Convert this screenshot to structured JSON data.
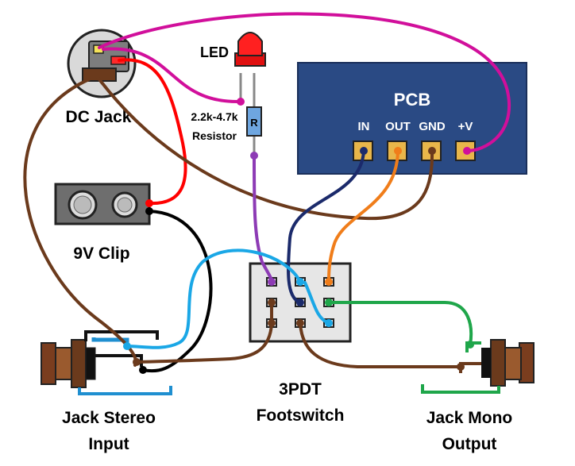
{
  "labels": {
    "dc_jack": "DC Jack",
    "led": "LED",
    "resistor": "2.2k-4.7k\nResistor",
    "resistor_mark": "R",
    "battery_clip": "9V Clip",
    "pcb_title": "PCB",
    "pcb_pads": [
      "IN",
      "OUT",
      "GND",
      "+V"
    ],
    "footswitch": "3PDT\nFootswitch",
    "input_jack": "Jack Stereo\nInput",
    "output_jack": "Jack Mono\nOutput"
  },
  "colors": {
    "wire_magenta": "#d10f9b",
    "wire_red": "#ff0000",
    "wire_brown": "#6b3a1c",
    "wire_black": "#000000",
    "wire_purple": "#8d3bb5",
    "wire_navy": "#1b2a6b",
    "wire_orange": "#f07d1a",
    "wire_green": "#1fa64a",
    "wire_cyan": "#1aa7e6",
    "pcb_blue": "#2a4a84",
    "pad_gold": "#e8b64a"
  }
}
